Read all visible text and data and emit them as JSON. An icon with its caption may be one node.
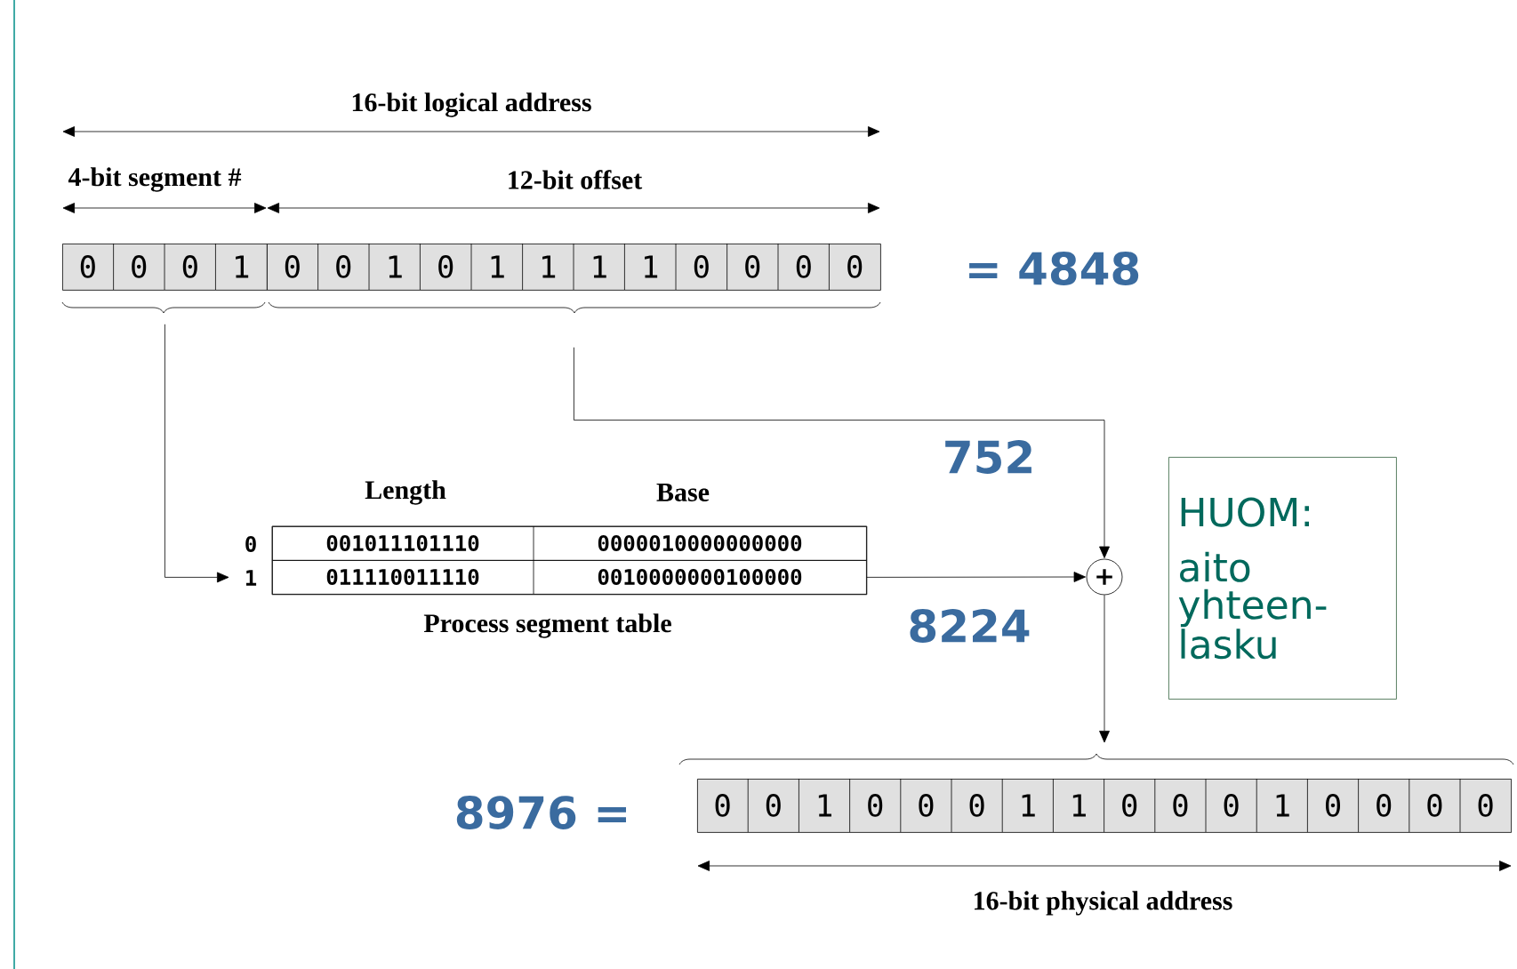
{
  "diagram": {
    "nodes": [
      {
        "text": [
          "0",
          "0",
          "0",
          "1"
        ]
      },
      {
        "text": [
          "0",
          "0",
          "1",
          "0",
          "1",
          "1",
          "1",
          "1",
          "0",
          "0",
          "0",
          "0"
        ]
      },
      {
        "text": [
          "Length",
          "Base"
        ],
        "beside": [
          "Process segment table"
        ]
      },
      {
        "text": [
          "001011101110",
          "0000010000000000"
        ],
        "in": 2,
        "beside": [
          "0"
        ]
      },
      {
        "text": [
          "011110011110",
          "0010000000100000"
        ],
        "in": 2,
        "beside": [
          "1"
        ]
      },
      {
        "text": [
          "+"
        ]
      },
      {
        "text": [
          "0",
          "0",
          "1",
          "0",
          "0",
          "0",
          "1",
          "1",
          "0",
          "0",
          "0",
          "1",
          "0",
          "0",
          "0",
          "0"
        ]
      },
      {
        "text": [
          "HUOM:",
          "aito yhteen-lasku"
        ]
      }
    ],
    "edges": [
      {
        "from": 0,
        "to": 4,
        "arrow": "to"
      },
      {
        "from": 1,
        "to": 5,
        "arrow": "to",
        "label": "752"
      },
      {
        "from": 4,
        "to": 5,
        "arrow": "to",
        "label": "8224"
      },
      {
        "from": 5,
        "to": 6,
        "arrow": "to"
      }
    ],
    "labels": [
      "16-bit logical address",
      "4-bit segment #",
      "12-bit offset",
      "= 4848",
      "8976 =",
      "16-bit physical address"
    ]
  }
}
